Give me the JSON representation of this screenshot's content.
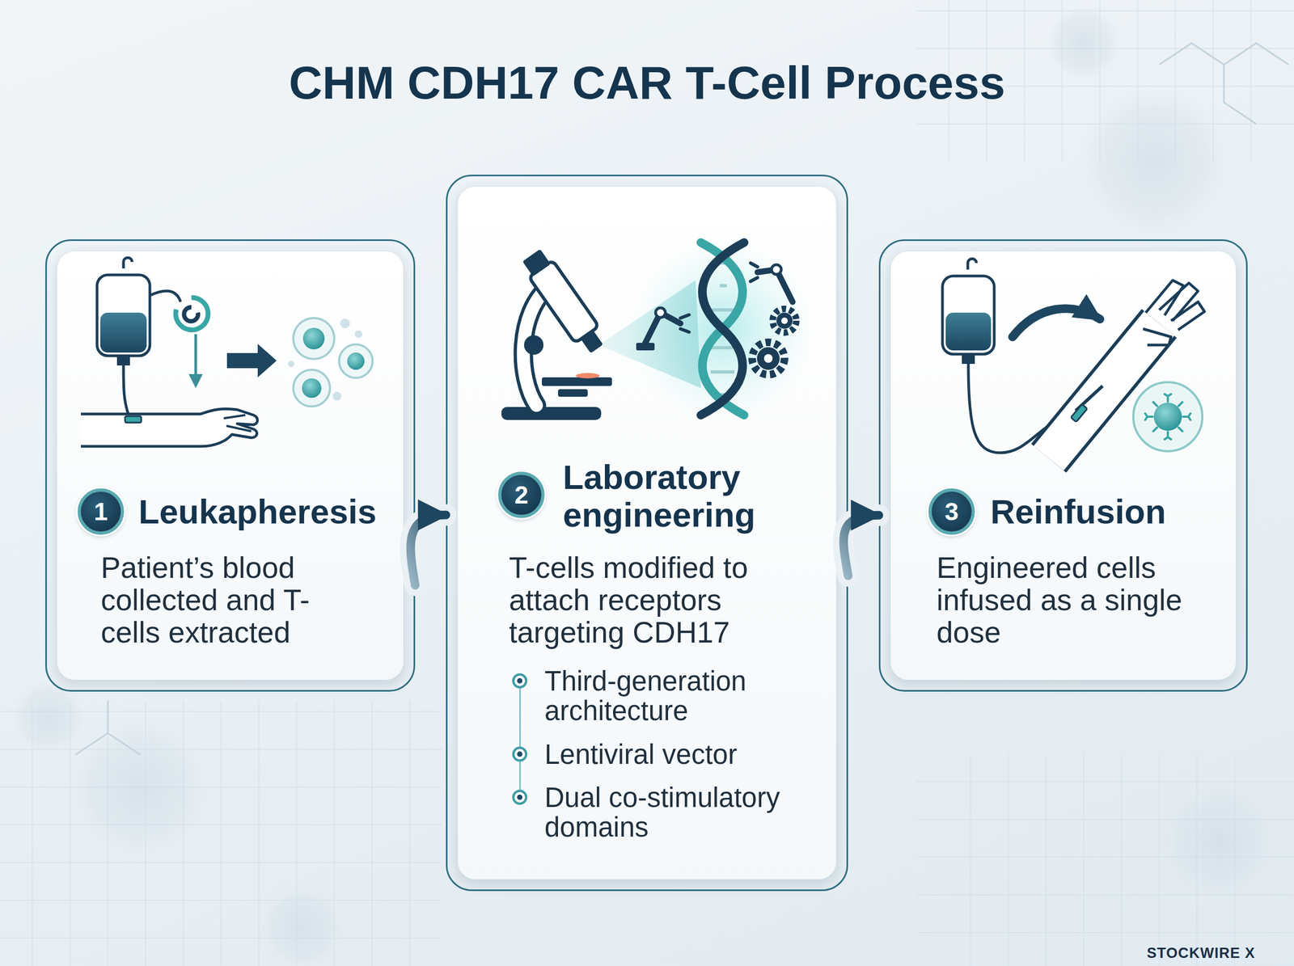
{
  "diagram": {
    "title": "CHM CDH17 CAR T-Cell Process",
    "nodes": [
      {
        "text": [
          "Leukapheresis",
          "Patient’s blood collected and T-cells extracted"
        ]
      },
      {
        "text": [
          "1"
        ],
        "in": 0
      },
      {
        "text": [
          "Laboratory engineering",
          "T-cells modified to attach receptors targeting CDH17",
          "Third-generation architecture",
          "Lentiviral vector",
          "Dual co-stimulatory domains"
        ]
      },
      {
        "text": [
          "2"
        ],
        "in": 2
      },
      {
        "text": [
          "Reinfusion",
          "Engineered cells infused as a single dose"
        ]
      },
      {
        "text": [
          "3"
        ],
        "in": 4
      }
    ],
    "edges": [
      {
        "from": 0,
        "to": 2,
        "arrow": "to"
      },
      {
        "from": 2,
        "to": 4,
        "arrow": "to"
      }
    ],
    "labels": [
      "STOCKWIRE X"
    ]
  }
}
